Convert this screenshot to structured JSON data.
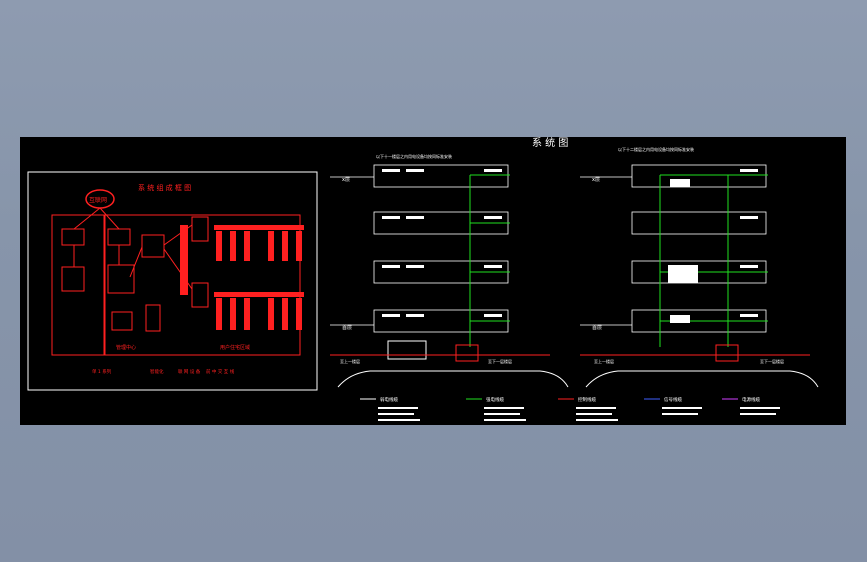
{
  "drawing": {
    "background": "#000000",
    "canvas_gradient": [
      "#8e9bb0",
      "#8390a6"
    ],
    "title_right": "系  统  图",
    "colors": {
      "red": "#ff2020",
      "white": "#ffffff",
      "green": "#20e020",
      "blue": "#4060ff",
      "yellow": "#ffff40",
      "magenta": "#d040ff"
    }
  },
  "left_panel": {
    "title": "系 统 组 成 框 图",
    "cloud_label": "互联网",
    "center_label": "管理中心",
    "field_label": "用户住宅区域",
    "legend": [
      "单 1 系列",
      "智能化",
      "联 网 设 备",
      "前 中 交 互 线"
    ]
  },
  "right_panels": {
    "floor_top": "x层",
    "floor_low": "首层",
    "notes_a": "以下十一楼层之内用电设备均按同标准安装",
    "notes_b": "以下十二楼层之内用电设备均按同标准安装",
    "riser_label": "至上一楼层",
    "main_label": "至下一层楼层",
    "legend_items": [
      {
        "title": "弱电线缆",
        "color": "#ffffff"
      },
      {
        "title": "强电线缆",
        "color": "#20e020"
      },
      {
        "title": "控制线缆",
        "color": "#ff2020"
      },
      {
        "title": "信号线缆",
        "color": "#4060ff"
      },
      {
        "title": "电源线缆",
        "color": "#d040ff"
      }
    ]
  }
}
